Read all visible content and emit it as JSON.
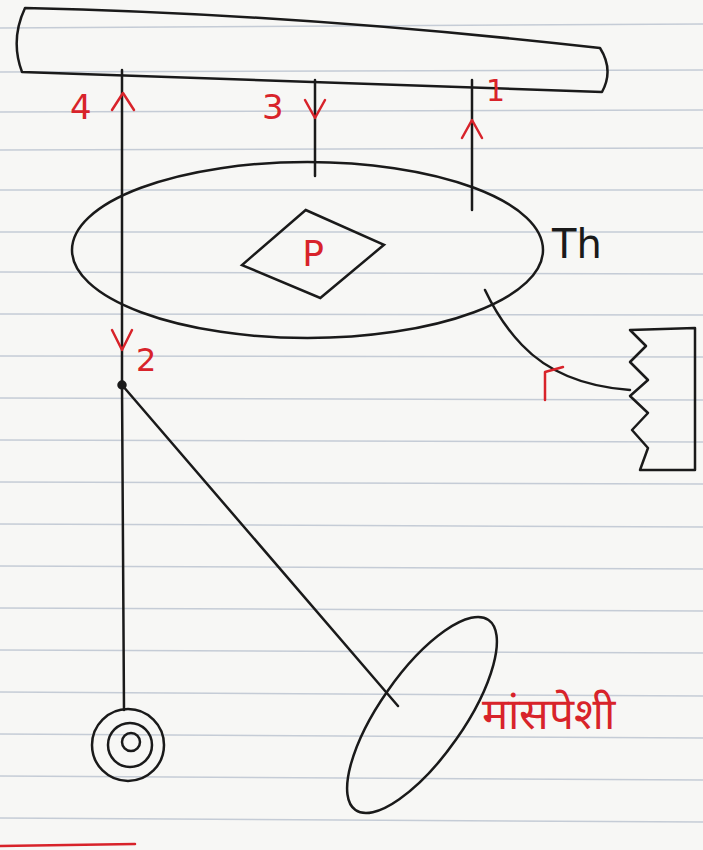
{
  "diagram": {
    "nodes": [
      {
        "text": [
          "Th"
        ]
      },
      {
        "text": [
          "P"
        ],
        "in": 0
      },
      {
        "text": [
          "मांसपेशी"
        ]
      }
    ],
    "labels": [
      "4",
      "3",
      "1",
      "2"
    ]
  }
}
